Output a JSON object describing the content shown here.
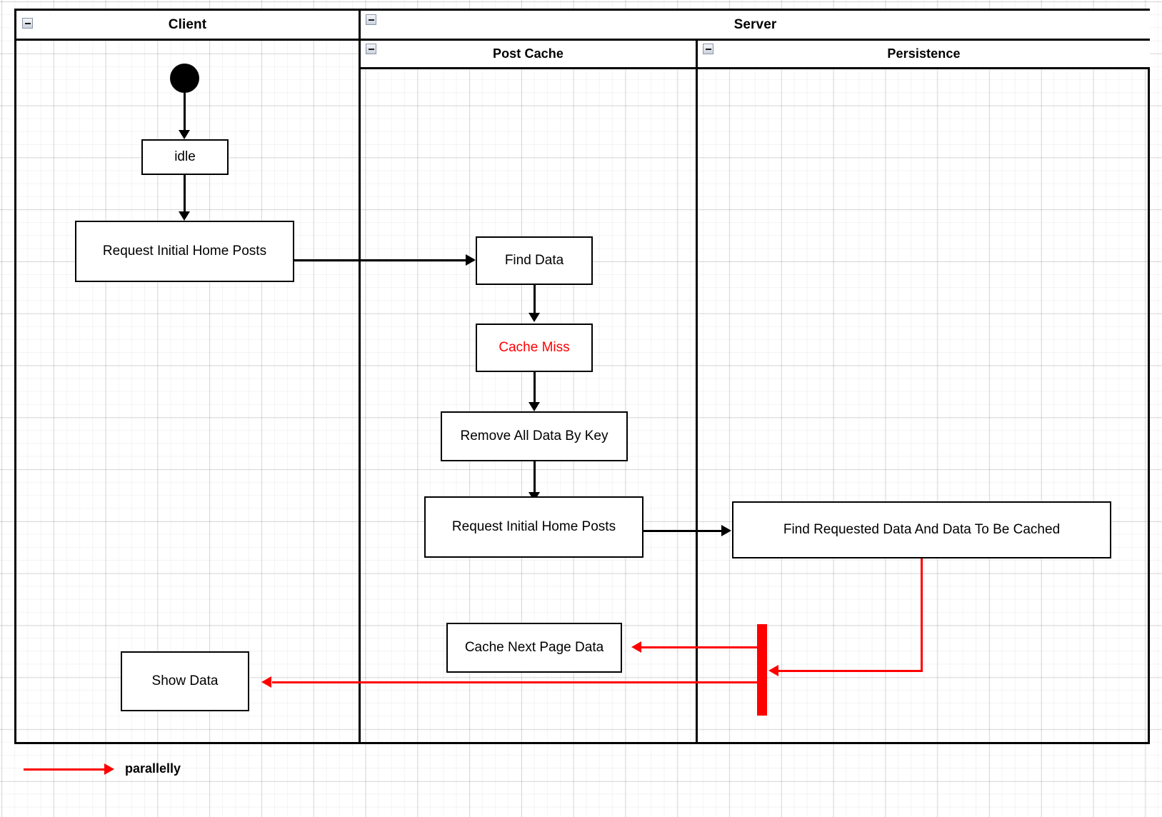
{
  "diagram": {
    "kind": "uml-activity-swimlane",
    "lanes": {
      "client": {
        "title": "Client",
        "collapse_icon": "minus-collapse-icon"
      },
      "server": {
        "title": "Server",
        "collapse_icon": "minus-collapse-icon"
      },
      "post_cache": {
        "title": "Post Cache",
        "collapse_icon": "minus-collapse-icon"
      },
      "persistence": {
        "title": "Persistence",
        "collapse_icon": "minus-collapse-icon"
      }
    },
    "nodes": {
      "start": {
        "shape": "initial-node"
      },
      "idle": {
        "label": "idle",
        "lane": "client",
        "color": "#000000"
      },
      "client_request": {
        "label": "Request Initial Home Posts",
        "lane": "client",
        "color": "#000000"
      },
      "find_data": {
        "label": "Find Data",
        "lane": "post_cache",
        "color": "#000000"
      },
      "cache_miss": {
        "label": "Cache Miss",
        "lane": "post_cache",
        "color": "#ff0000"
      },
      "remove_all": {
        "label": "Remove All Data By Key",
        "lane": "post_cache",
        "color": "#000000"
      },
      "cache_request": {
        "label": "Request Initial Home Posts",
        "lane": "post_cache",
        "color": "#000000"
      },
      "find_requested": {
        "label": "Find Requested Data And Data To Be Cached",
        "lane": "persistence",
        "color": "#000000"
      },
      "cache_next_page": {
        "label": "Cache Next Page Data",
        "lane": "post_cache",
        "color": "#000000"
      },
      "show_data": {
        "label": "Show Data",
        "lane": "client",
        "color": "#000000"
      }
    },
    "legend": {
      "label": "parallelly",
      "arrow_color": "#ff0000"
    },
    "colors": {
      "accent_red": "#ff0000",
      "line_black": "#000000",
      "background": "#ffffff",
      "grid": "#e6e6e6"
    }
  }
}
